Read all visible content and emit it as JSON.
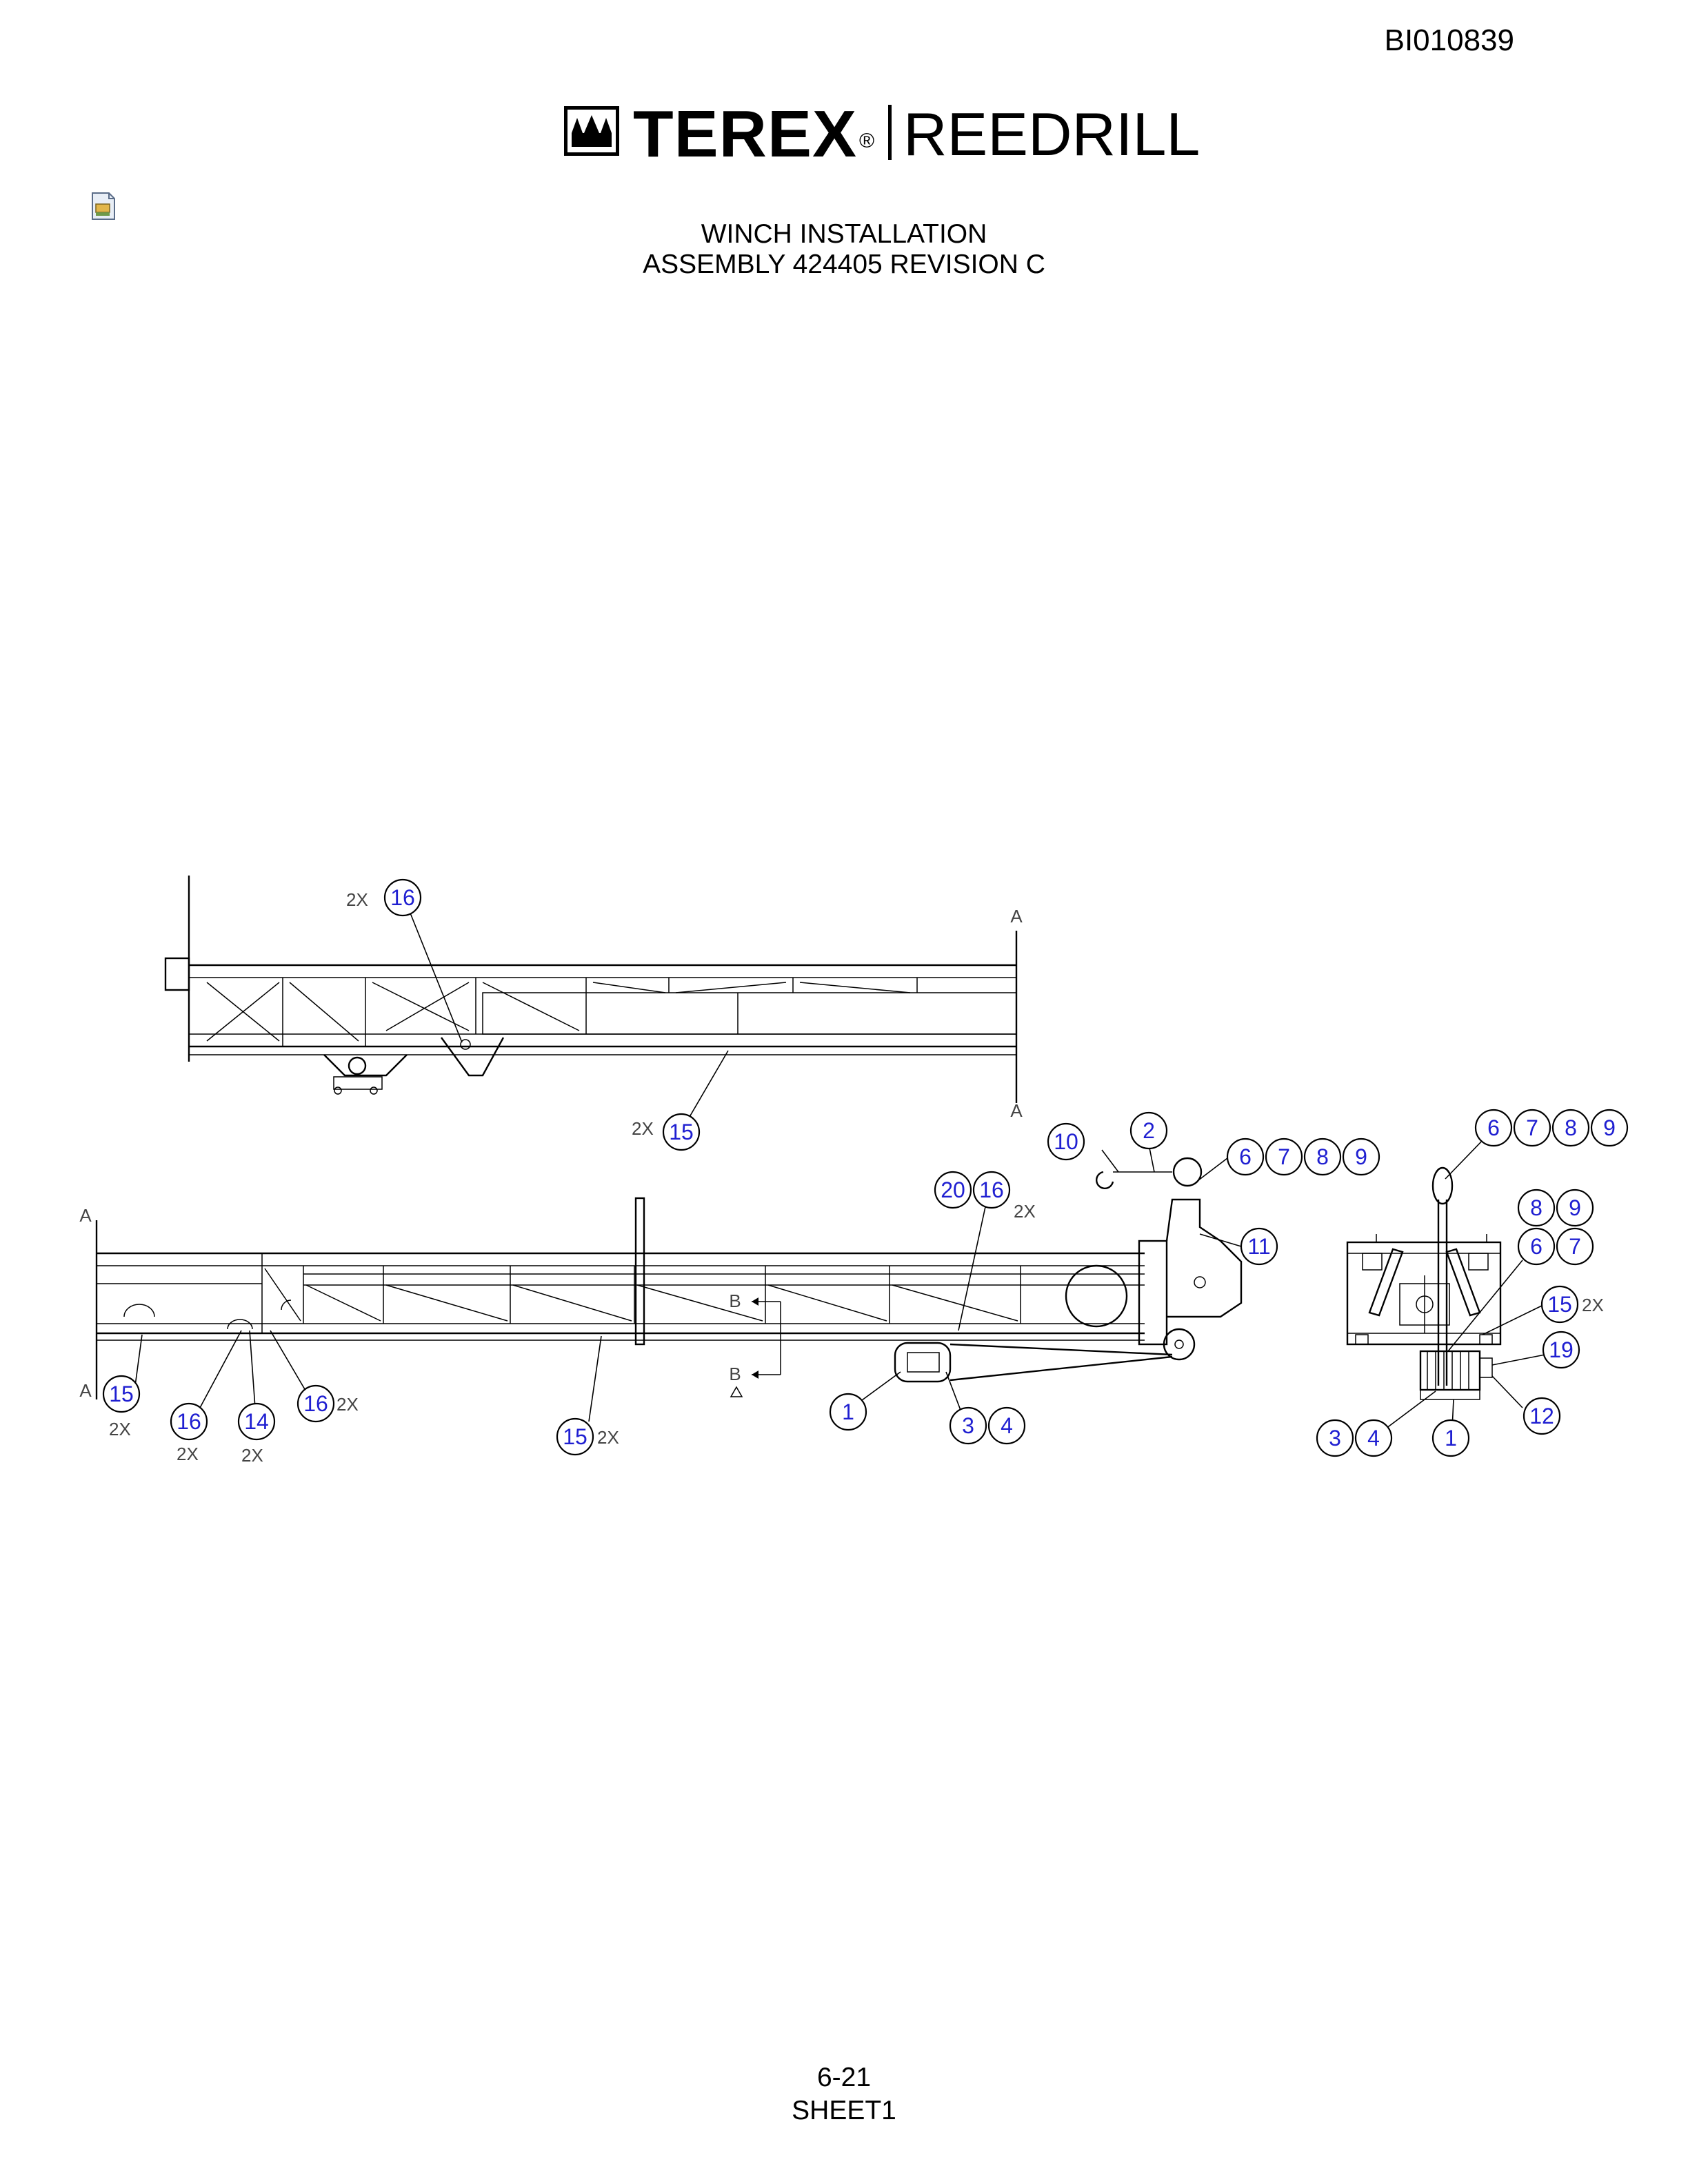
{
  "doc_id": "BI010839",
  "logo": {
    "brand": "TEREX",
    "registered": "®",
    "product": "REEDRILL"
  },
  "title": {
    "line1": "WINCH INSTALLATION",
    "line2": "ASSEMBLY 424405 REVISION C"
  },
  "footer": {
    "page": "6-21",
    "sheet": "SHEET1"
  },
  "section_labels": {
    "a": "A",
    "b": "B"
  },
  "qty_label": "2X",
  "balloons": {
    "top_16": "16",
    "top_15": "15",
    "w_10": "10",
    "w_2": "2",
    "w_6": "6",
    "w_7": "7",
    "w_8": "8",
    "w_9": "9",
    "w_11": "11",
    "w_20": "20",
    "w_16": "16",
    "b_15a": "15",
    "b_16a": "16",
    "b_14": "14",
    "b_16b": "16",
    "b_15b": "15",
    "b_1": "1",
    "b_3": "3",
    "b_4": "4",
    "r_6": "6",
    "r_7": "7",
    "r_8": "8",
    "r_9": "9",
    "r_8b": "8",
    "r_9b": "9",
    "r_6b": "6",
    "r_7b": "7",
    "r_15": "15",
    "r_19": "19",
    "r_12": "12",
    "r_3": "3",
    "r_4": "4",
    "r_1": "1"
  }
}
